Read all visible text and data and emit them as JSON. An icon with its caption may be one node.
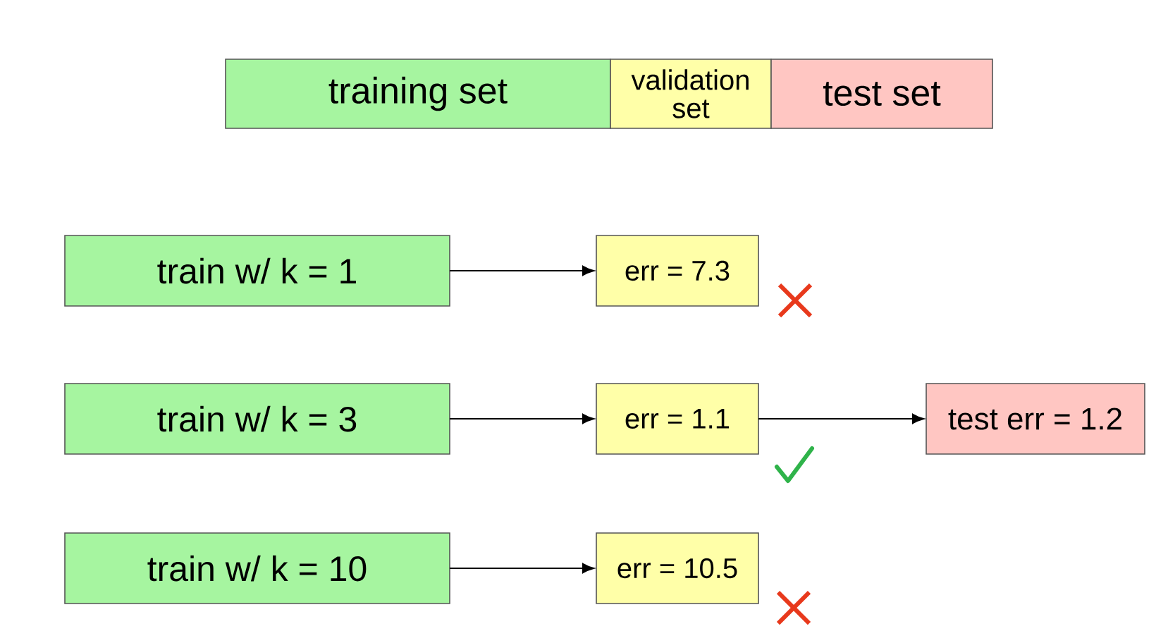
{
  "diagram": {
    "nodes": [
      {
        "text": [
          "training set"
        ]
      },
      {
        "text": [
          "validation set"
        ]
      },
      {
        "text": [
          "test set"
        ]
      },
      {
        "text": [
          "train w/ k = 1"
        ]
      },
      {
        "text": [
          "err = 7.3"
        ]
      },
      {
        "text": [
          "train w/ k = 3"
        ]
      },
      {
        "text": [
          "err = 1.1"
        ]
      },
      {
        "text": [
          "test err = 1.2"
        ]
      },
      {
        "text": [
          "train w/ k = 10"
        ]
      },
      {
        "text": [
          "err = 10.5"
        ]
      }
    ],
    "edges": [
      {
        "from": 3,
        "to": 4,
        "arrow": "to"
      },
      {
        "from": 5,
        "to": 6,
        "arrow": "to"
      },
      {
        "from": 6,
        "to": 7,
        "arrow": "to"
      },
      {
        "from": 8,
        "to": 9,
        "arrow": "to"
      }
    ]
  }
}
